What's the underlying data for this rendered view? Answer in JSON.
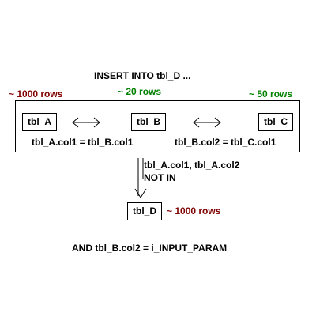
{
  "title": "INSERT INTO tbl_D ...",
  "tables": {
    "a": {
      "name": "tbl_A",
      "rows": "~ 1000 rows"
    },
    "b": {
      "name": "tbl_B",
      "rows": "~ 20 rows"
    },
    "c": {
      "name": "tbl_C",
      "rows": "~ 50 rows"
    },
    "d": {
      "name": "tbl_D",
      "rows": "~ 1000 rows"
    }
  },
  "joins": {
    "a_b": "tbl_A.col1 = tbl_B.col1",
    "b_c": "tbl_B.col2 = tbl_C.col1"
  },
  "not_in": {
    "columns": "tbl_A.col1, tbl_A.col2",
    "keyword": "NOT IN"
  },
  "condition": "AND tbl_B.col2 = i_INPUT_PARAM",
  "colors": {
    "rows_large": "#800000",
    "rows_small": "#008000",
    "text": "#000000"
  }
}
